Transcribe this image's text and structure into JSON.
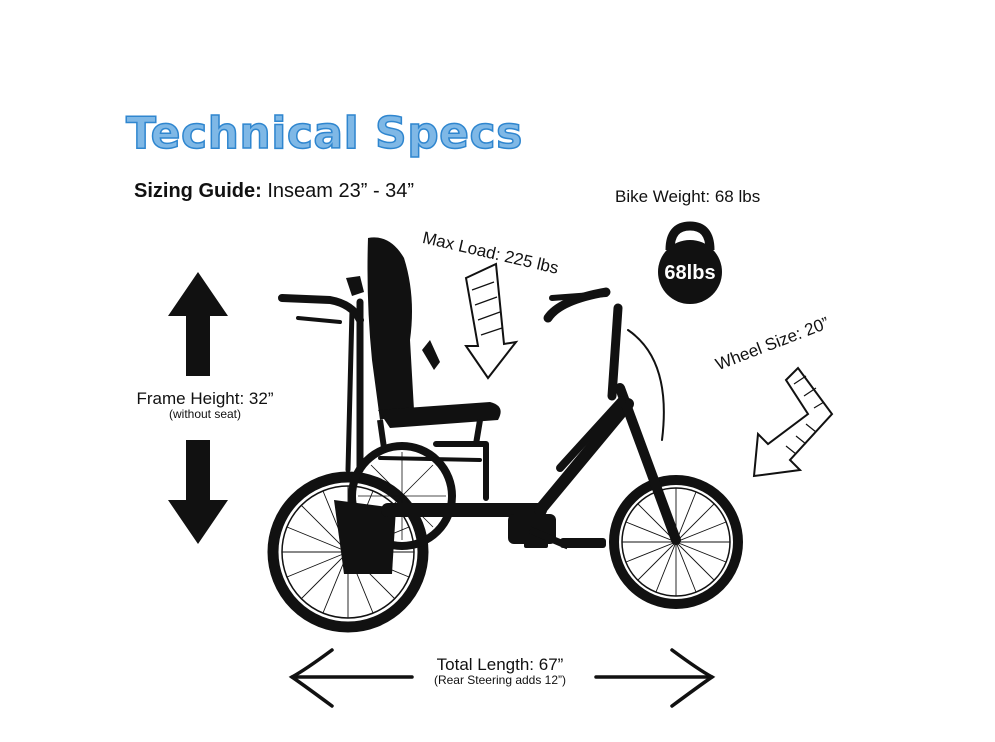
{
  "heading": "Technical Specs",
  "sizing": {
    "label": "Sizing Guide:",
    "value": "Inseam 23” - 34”"
  },
  "weight": {
    "label": "Bike Weight: 68 lbs",
    "kettlebell_text": "68lbs"
  },
  "max_load": "Max Load: 225 lbs",
  "wheel_size": "Wheel Size: 20”",
  "frame_height": {
    "label": "Frame Height: 32”",
    "note": "(without seat)"
  },
  "total_length": {
    "label": "Total Length: 67”",
    "note": "(Rear Steering adds 12”)"
  },
  "colors": {
    "heading_fill": "#7fb8e6",
    "heading_outline": "#2f86cf",
    "silhouette": "#111111"
  },
  "icons": [
    "kettlebell-icon",
    "up-arrow-icon",
    "down-arrow-icon",
    "left-arrow-icon",
    "right-arrow-icon",
    "down-arrow-outline-icon",
    "down-left-arrow-outline-icon",
    "tricycle-silhouette"
  ]
}
